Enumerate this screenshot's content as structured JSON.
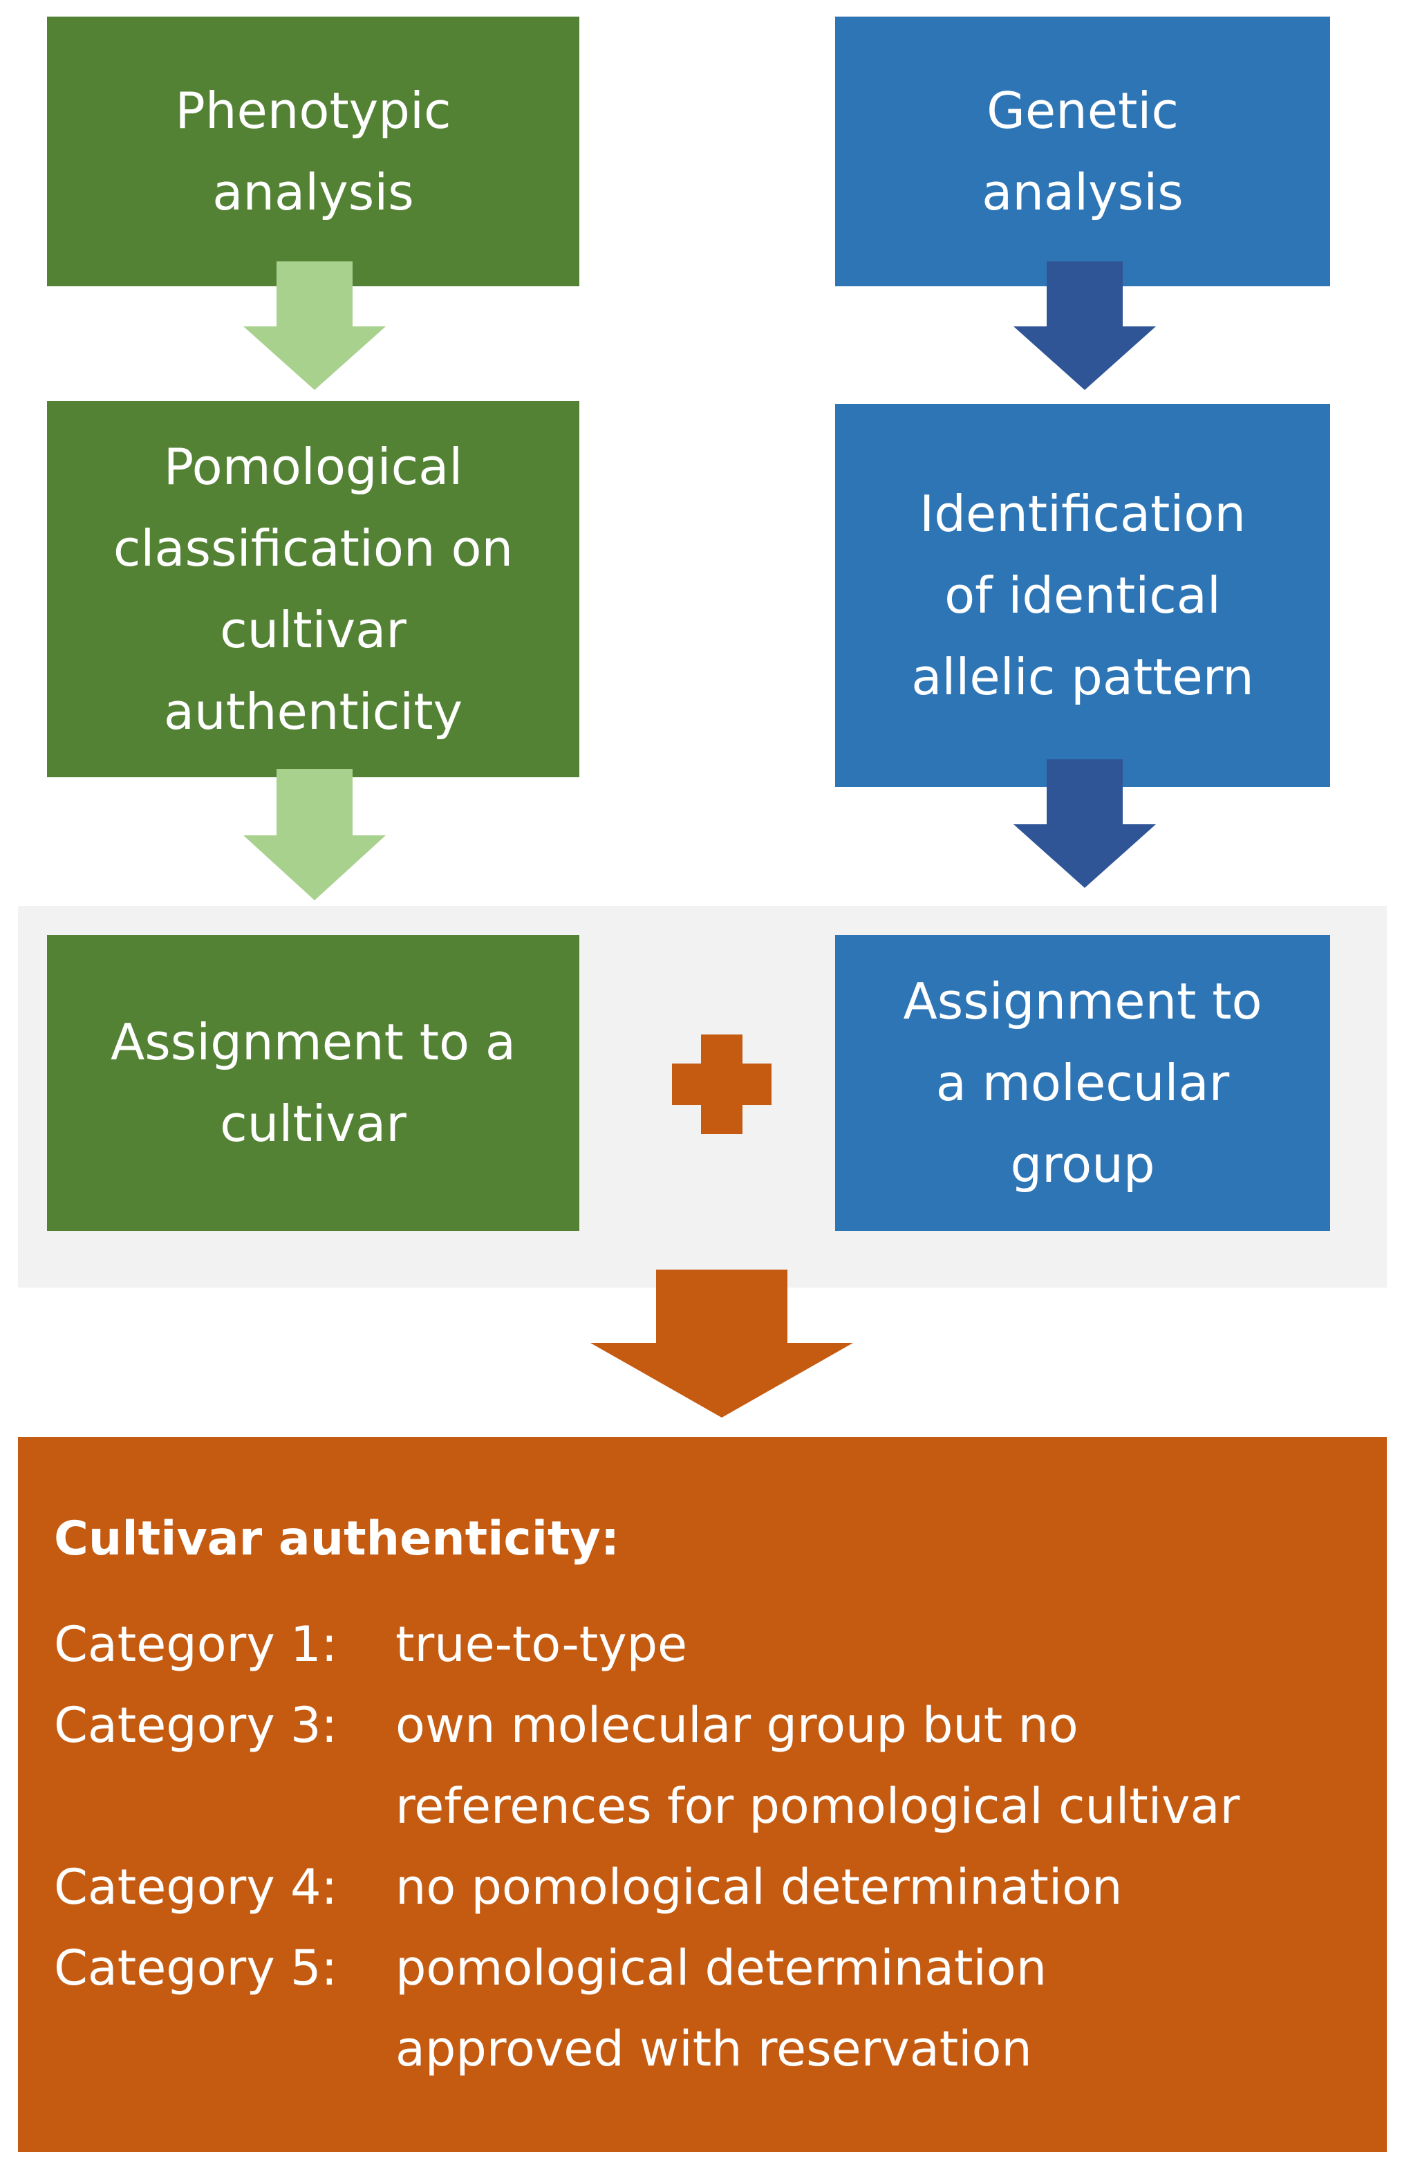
{
  "colors": {
    "phenotypic_box": "#548235",
    "phenotypic_arrow": "#a9d18e",
    "genetic_box": "#2e75b6",
    "genetic_arrow": "#2f5597",
    "result_box": "#c55a11",
    "group_panel": "#f2f2f2"
  },
  "phenotypic": {
    "analysis": [
      "Phenotypic",
      "analysis"
    ],
    "classification": [
      "Pomological",
      "classification on",
      "cultivar",
      "authenticity"
    ],
    "assignment": [
      "Assignment to a",
      "cultivar"
    ]
  },
  "genetic": {
    "analysis": [
      "Genetic",
      "analysis"
    ],
    "identification": [
      "Identification",
      "of identical",
      "allelic pattern"
    ],
    "assignment": [
      "Assignment to",
      "a molecular",
      "group"
    ]
  },
  "combine_icon": "plus-icon",
  "result": {
    "title": "Cultivar authenticity:",
    "categories": [
      {
        "label": "Category 1:",
        "description": [
          "true-to-type"
        ]
      },
      {
        "label": "Category 3:",
        "description": [
          "own molecular group but no",
          "references for pomological cultivar"
        ]
      },
      {
        "label": "Category 4:",
        "description": [
          "no pomological determination"
        ]
      },
      {
        "label": "Category 5:",
        "description": [
          "pomological determination",
          "approved with reservation"
        ]
      }
    ]
  }
}
